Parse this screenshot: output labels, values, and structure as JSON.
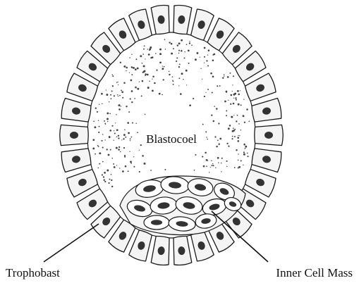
{
  "diagram": {
    "labels": {
      "cavity": "Blastocoel",
      "outer_layer": "Trophobast",
      "inner_mass": "Inner Cell Mass"
    },
    "colors": {
      "stroke": "#1a1a1a",
      "cell_fill": "#f4f4f4",
      "nucleus": "#333333",
      "cavity_fill": "#ffffff",
      "speckle": "#444444"
    }
  }
}
